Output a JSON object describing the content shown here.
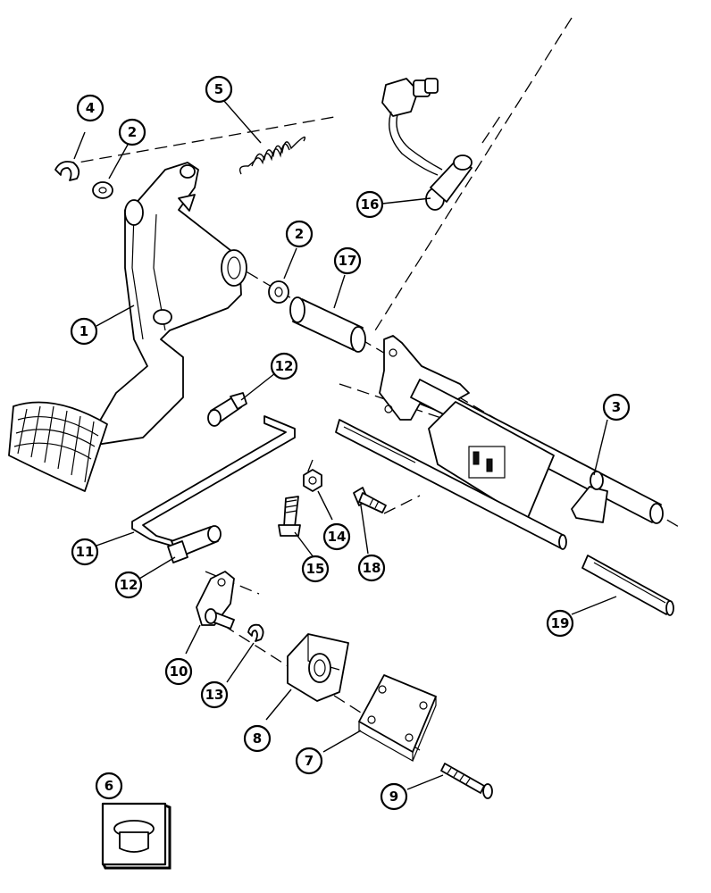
{
  "callouts": [
    {
      "id": "1",
      "label": "1"
    },
    {
      "id": "2a",
      "label": "2"
    },
    {
      "id": "2b",
      "label": "2"
    },
    {
      "id": "3",
      "label": "3"
    },
    {
      "id": "4",
      "label": "4"
    },
    {
      "id": "5",
      "label": "5"
    },
    {
      "id": "6",
      "label": "6"
    },
    {
      "id": "7",
      "label": "7"
    },
    {
      "id": "8",
      "label": "8"
    },
    {
      "id": "9",
      "label": "9"
    },
    {
      "id": "10",
      "label": "10"
    },
    {
      "id": "11",
      "label": "11"
    },
    {
      "id": "12a",
      "label": "12"
    },
    {
      "id": "12b",
      "label": "12"
    },
    {
      "id": "13",
      "label": "13"
    },
    {
      "id": "14",
      "label": "14"
    },
    {
      "id": "15",
      "label": "15"
    },
    {
      "id": "16",
      "label": "16"
    },
    {
      "id": "17",
      "label": "17"
    },
    {
      "id": "18",
      "label": "18"
    },
    {
      "id": "19",
      "label": "19"
    }
  ]
}
